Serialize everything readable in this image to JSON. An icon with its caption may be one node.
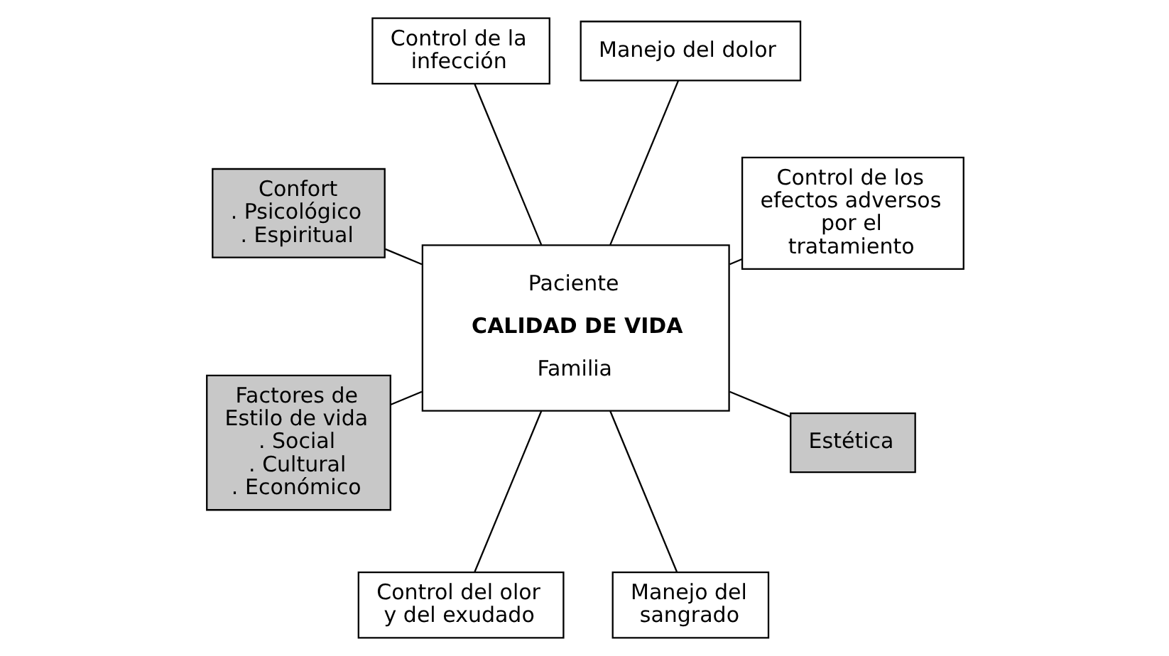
{
  "diagram": {
    "nodes": [
      {
        "text": [
          "Control de los efectos adversos por el tratamiento"
        ]
      },
      {
        "text": [
          "Manejo del dolor"
        ]
      },
      {
        "text": [
          "Control de la infección"
        ]
      },
      {
        "text": [
          "Confort",
          ". Psicológico",
          ". Espiritual"
        ]
      },
      {
        "text": [
          "Paciente",
          "CALIDAD DE VIDA",
          "Familia"
        ]
      },
      {
        "text": [
          "Factores de Estilo de vida",
          ". Social",
          ". Cultural",
          ". Económico"
        ]
      },
      {
        "text": [
          "Control del olor y del exudado"
        ]
      },
      {
        "text": [
          "Manejo del sangrado"
        ]
      },
      {
        "text": [
          "Estética"
        ]
      }
    ],
    "edges": [
      {
        "from": 4,
        "to": 0,
        "arrow": "none"
      },
      {
        "from": 4,
        "to": 1,
        "arrow": "none"
      },
      {
        "from": 4,
        "to": 2,
        "arrow": "none"
      },
      {
        "from": 4,
        "to": 3,
        "arrow": "none"
      },
      {
        "from": 4,
        "to": 5,
        "arrow": "none"
      },
      {
        "from": 4,
        "to": 6,
        "arrow": "none"
      },
      {
        "from": 4,
        "to": 7,
        "arrow": "none"
      },
      {
        "from": 4,
        "to": 8,
        "arrow": "none"
      }
    ]
  }
}
